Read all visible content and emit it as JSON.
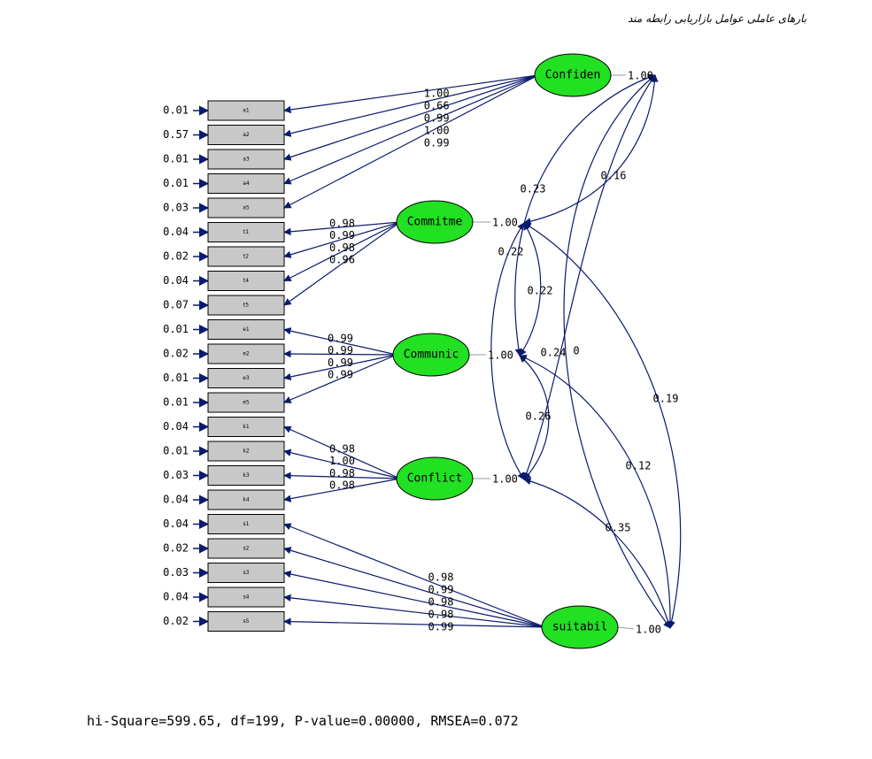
{
  "title": "بارهای عاملی عوامل بازاریابی رابطه مند",
  "footer": "hi-Square=599.65, df=199, P-value=0.00000, RMSEA=0.072",
  "colors": {
    "line": "#0a1a6e",
    "factor_fill": "#22e022",
    "box_fill": "#c8c8c8",
    "text": "#000000"
  },
  "indicators": [
    {
      "label": "a1",
      "error": "0.01"
    },
    {
      "label": "a2",
      "error": "0.57"
    },
    {
      "label": "a3",
      "error": "0.01"
    },
    {
      "label": "a4",
      "error": "0.01"
    },
    {
      "label": "a5",
      "error": "0.03"
    },
    {
      "label": "t1",
      "error": "0.04"
    },
    {
      "label": "t2",
      "error": "0.02"
    },
    {
      "label": "t4",
      "error": "0.04"
    },
    {
      "label": "t5",
      "error": "0.07"
    },
    {
      "label": "e1",
      "error": "0.01"
    },
    {
      "label": "e2",
      "error": "0.02"
    },
    {
      "label": "e3",
      "error": "0.01"
    },
    {
      "label": "e5",
      "error": "0.01"
    },
    {
      "label": "k1",
      "error": "0.04"
    },
    {
      "label": "k2",
      "error": "0.01"
    },
    {
      "label": "k3",
      "error": "0.03"
    },
    {
      "label": "k4",
      "error": "0.04"
    },
    {
      "label": "s1",
      "error": "0.04"
    },
    {
      "label": "s2",
      "error": "0.02"
    },
    {
      "label": "s3",
      "error": "0.03"
    },
    {
      "label": "s4",
      "error": "0.04"
    },
    {
      "label": "s5",
      "error": "0.02"
    }
  ],
  "factors": [
    {
      "name": "Confiden",
      "variance": "1.00",
      "indicators": [
        0,
        1,
        2,
        3,
        4
      ],
      "loadings": [
        "1.00",
        "0.66",
        "0.99",
        "1.00",
        "0.99"
      ]
    },
    {
      "name": "Commitme",
      "variance": "1.00",
      "indicators": [
        5,
        6,
        7,
        8
      ],
      "loadings": [
        "0.98",
        "0.99",
        "0.98",
        "0.96"
      ]
    },
    {
      "name": "Communic",
      "variance": "1.00",
      "indicators": [
        9,
        10,
        11,
        12
      ],
      "loadings": [
        "0.99",
        "0.99",
        "0.99",
        "0.99"
      ]
    },
    {
      "name": "Conflict",
      "variance": "1.00",
      "indicators": [
        13,
        14,
        15,
        16
      ],
      "loadings": [
        "0.98",
        "1.00",
        "0.98",
        "0.98"
      ]
    },
    {
      "name": "suitabil",
      "variance": "1.00",
      "indicators": [
        17,
        18,
        19,
        20,
        21
      ],
      "loadings": [
        "0.98",
        "0.99",
        "0.98",
        "0.98",
        "0.99"
      ]
    }
  ],
  "correlations": [
    {
      "from": 0,
      "to": 1,
      "value": "0.16"
    },
    {
      "from": 0,
      "to": 2,
      "value": "0.23"
    },
    {
      "from": 0,
      "to": 3,
      "value": "0.24"
    },
    {
      "from": 1,
      "to": 2,
      "value": "0.22"
    },
    {
      "from": 1,
      "to": 3,
      "value": "0.22"
    },
    {
      "from": 1,
      "to": 4,
      "value": "0.19"
    },
    {
      "from": 2,
      "to": 3,
      "value": "0.26"
    },
    {
      "from": 2,
      "to": 4,
      "value": "0.12"
    },
    {
      "from": 3,
      "to": 4,
      "value": "0.35"
    },
    {
      "from": 0,
      "to": 4,
      "value": "0"
    }
  ]
}
